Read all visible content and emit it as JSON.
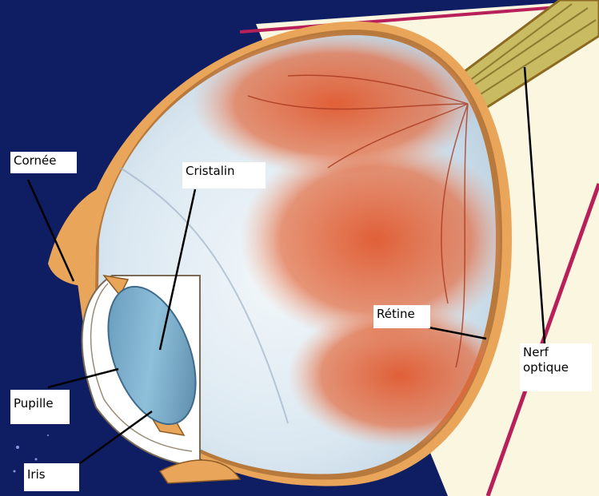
{
  "labels": {
    "cornee": "Cornée",
    "cristalin": "Cristalin",
    "retine": "Rétine",
    "nerf": "Nerf\noptique",
    "pupille": "Pupille",
    "iris": "Iris"
  },
  "colors": {
    "background": "#0f1e63",
    "sclera": "#e9a55a",
    "eye_fill": "#dde9f2",
    "retina": "#d9522b",
    "lens": "#7fb3d3",
    "nerve": "#c9bb62",
    "pointer": "#000000"
  }
}
